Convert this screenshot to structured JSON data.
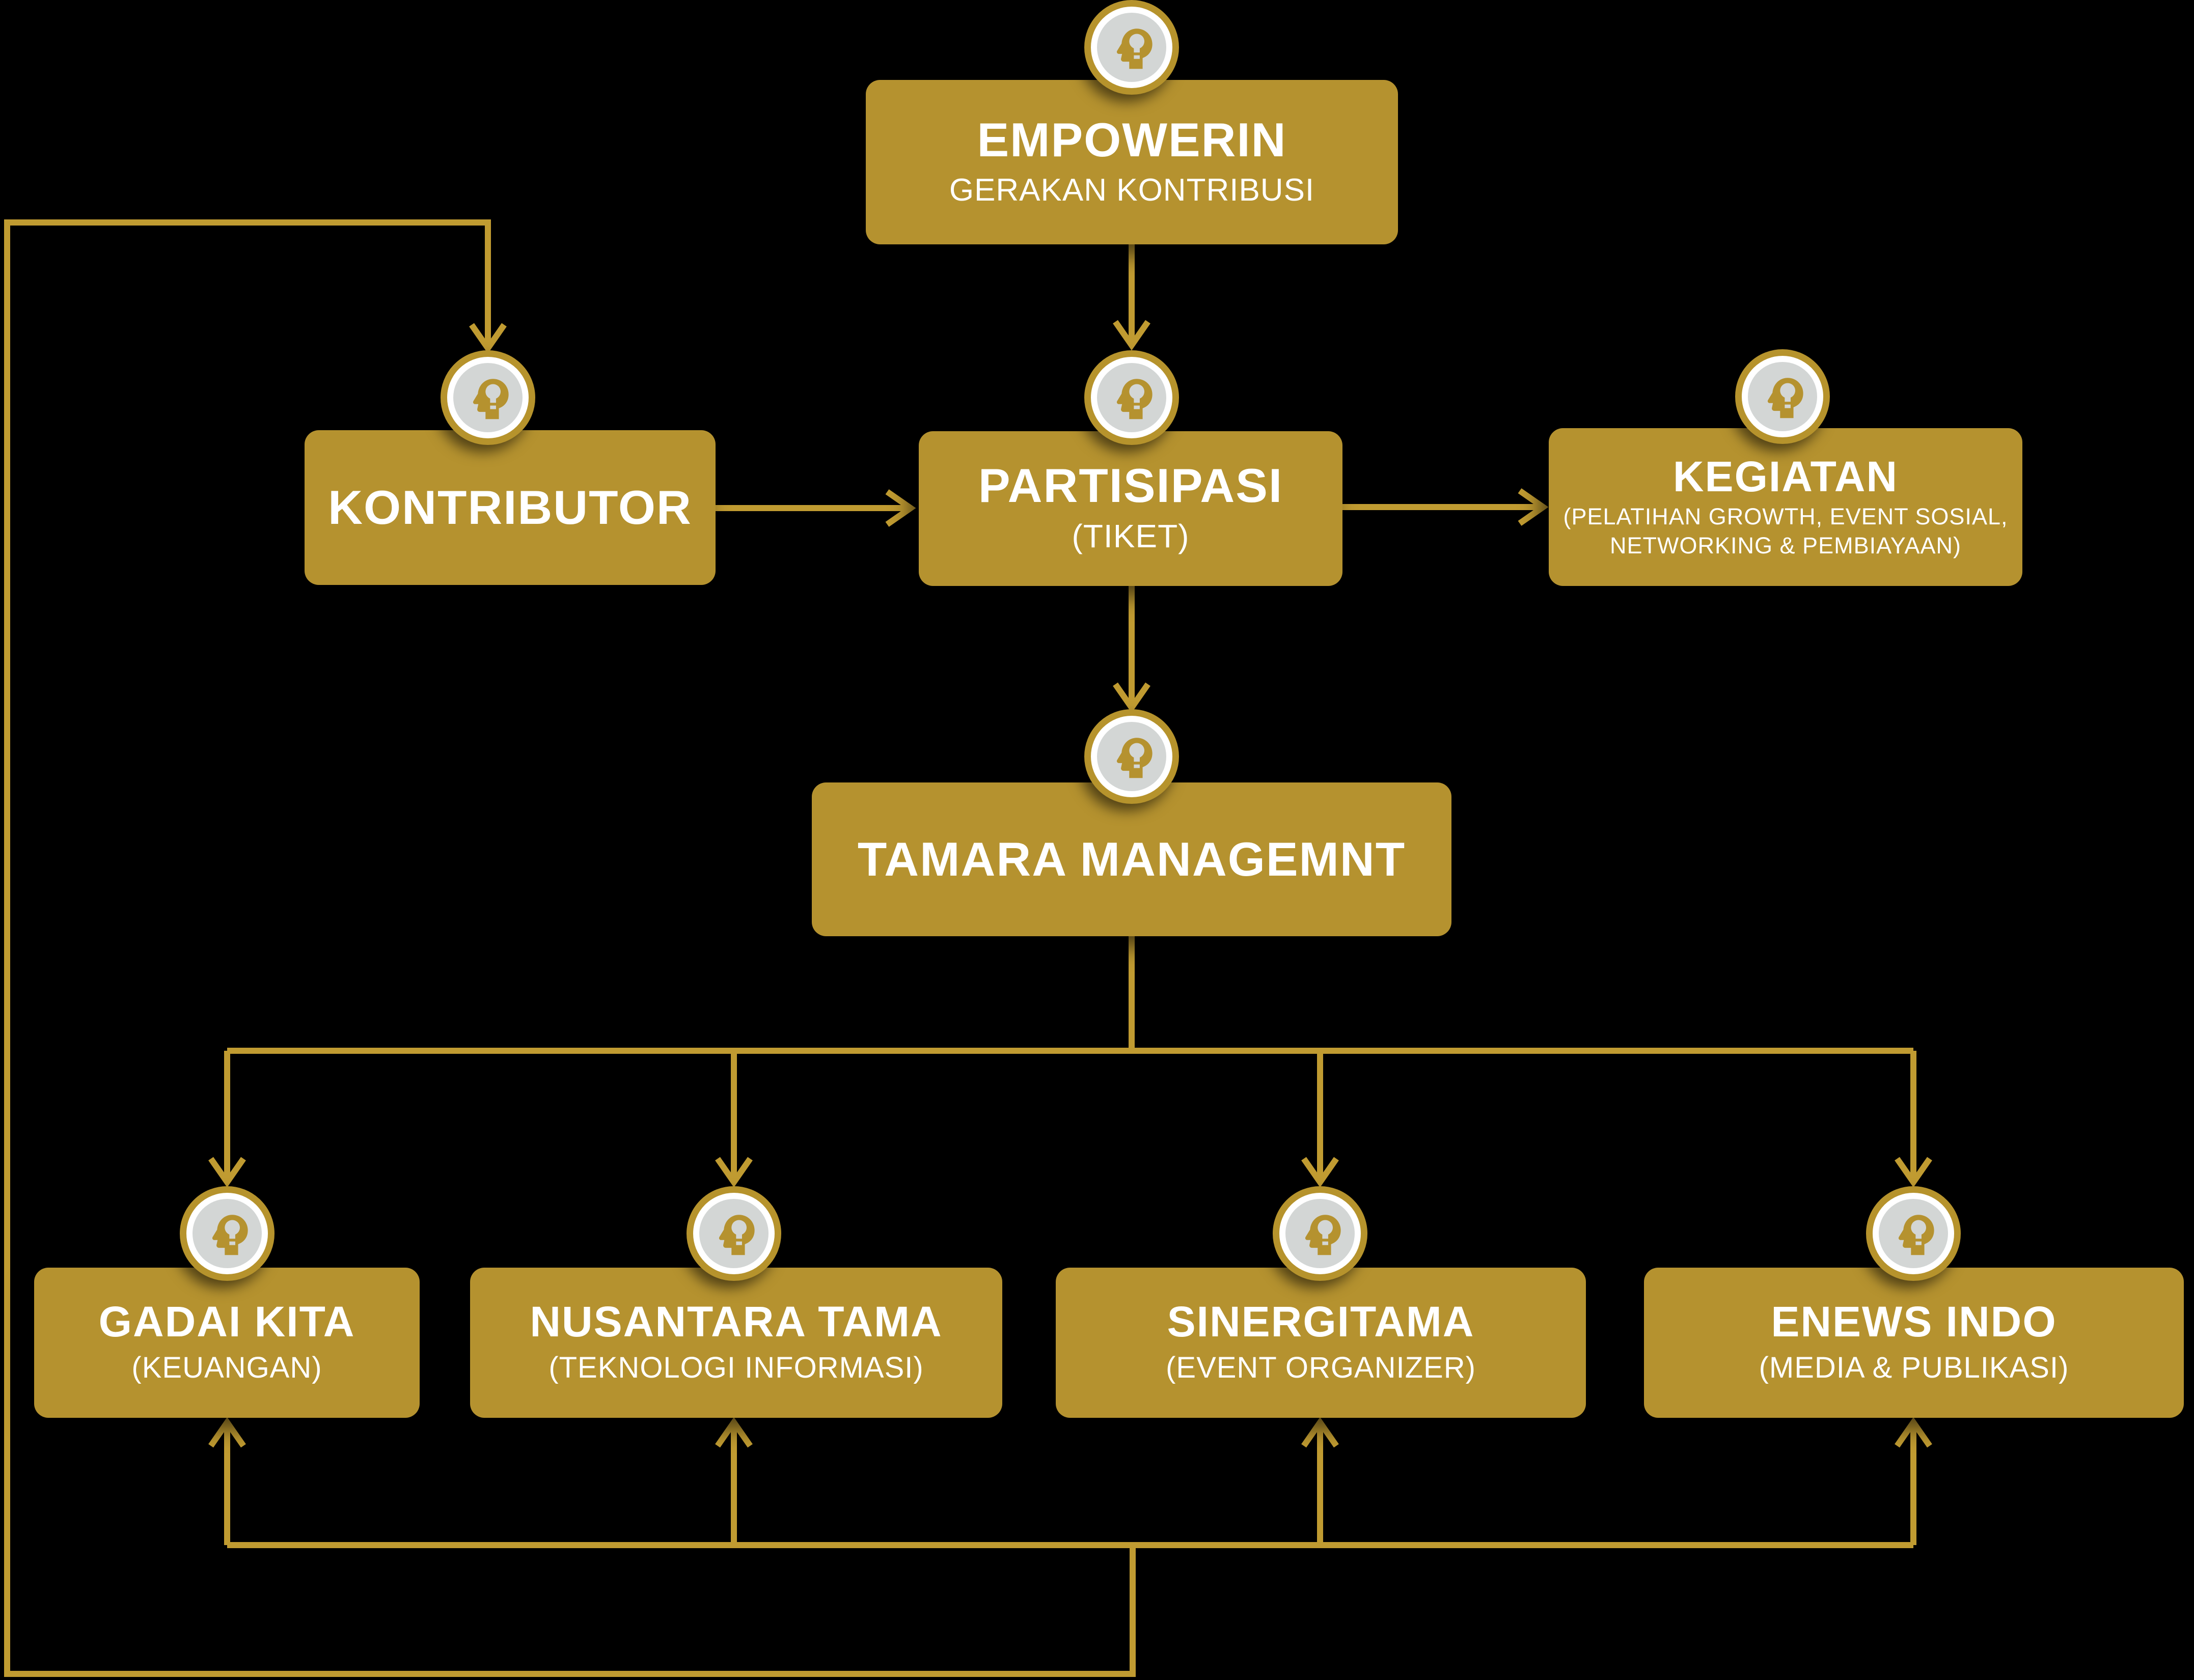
{
  "colors": {
    "background": "#000000",
    "box_gold": "#b5922f",
    "line_gold": "#c09b31",
    "ring_gold": "#b6932c",
    "icon_gray": "#d3d6d5",
    "text_white": "#ffffff"
  },
  "icon": {
    "name": "head-lightbulb-icon"
  },
  "nodes": {
    "empowerin": {
      "title": "EMPOWERIN",
      "subtitle": "GERAKAN KONTRIBUSI"
    },
    "kontributor": {
      "title": "KONTRIBUTOR"
    },
    "partisipasi": {
      "title": "PARTISIPASI",
      "subtitle": "(TIKET)"
    },
    "kegiatan": {
      "title": "KEGIATAN",
      "subtitle": "(PELATIHAN GROWTH, EVENT SOSIAL, NETWORKING & PEMBIAYAAN)"
    },
    "tamara": {
      "title": "TAMARA MANAGEMNT"
    },
    "gadai": {
      "title": "GADAI KITA",
      "subtitle": "(KEUANGAN)"
    },
    "nusantara": {
      "title": "NUSANTARA TAMA",
      "subtitle": "(TEKNOLOGI INFORMASI)"
    },
    "sinergitama": {
      "title": "SINERGITAMA",
      "subtitle": "(EVENT ORGANIZER)"
    },
    "enews": {
      "title": "ENEWS INDO",
      "subtitle": "(MEDIA & PUBLIKASI)"
    }
  }
}
